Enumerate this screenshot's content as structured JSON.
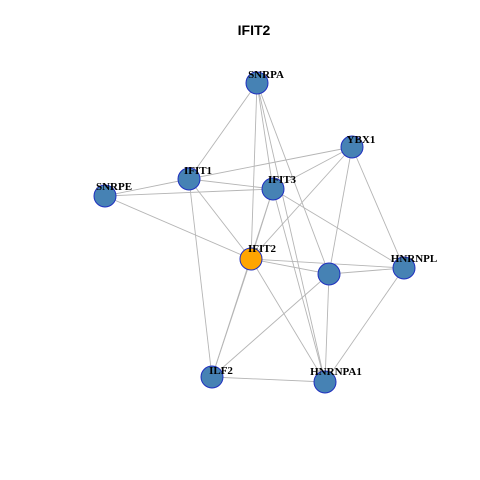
{
  "title": "IFIT2",
  "colors": {
    "node_fill": "#4682b4",
    "node_stroke": "#1f2fbf",
    "focus_fill": "#ffa500",
    "focus_stroke": "#333333",
    "edge": "#b5b5b5"
  },
  "nodes": [
    {
      "id": "SNRPA",
      "label": "SNRPA",
      "focus": false
    },
    {
      "id": "YBX1",
      "label": "YBX1",
      "focus": false
    },
    {
      "id": "IFIT1",
      "label": "IFIT1",
      "focus": false
    },
    {
      "id": "IFIT3",
      "label": "IFIT3",
      "focus": false
    },
    {
      "id": "SNRPE",
      "label": "SNRPE",
      "focus": false
    },
    {
      "id": "IFIT2",
      "label": "IFIT2",
      "focus": true
    },
    {
      "id": "UNLABELED",
      "label": "",
      "focus": false
    },
    {
      "id": "HNRNPL",
      "label": "HNRNPL",
      "focus": false
    },
    {
      "id": "ILF2",
      "label": "ILF2",
      "focus": false
    },
    {
      "id": "HNRNPA1",
      "label": "HNRNPA1",
      "focus": false
    }
  ],
  "edges": [
    [
      "SNRPA",
      "IFIT1"
    ],
    [
      "SNRPA",
      "IFIT3"
    ],
    [
      "SNRPA",
      "IFIT2"
    ],
    [
      "SNRPA",
      "UNLABELED"
    ],
    [
      "SNRPA",
      "HNRNPA1"
    ],
    [
      "YBX1",
      "IFIT1"
    ],
    [
      "YBX1",
      "IFIT3"
    ],
    [
      "YBX1",
      "IFIT2"
    ],
    [
      "YBX1",
      "UNLABELED"
    ],
    [
      "YBX1",
      "HNRNPL"
    ],
    [
      "IFIT1",
      "IFIT3"
    ],
    [
      "IFIT1",
      "SNRPE"
    ],
    [
      "IFIT1",
      "IFIT2"
    ],
    [
      "IFIT1",
      "ILF2"
    ],
    [
      "IFIT3",
      "SNRPE"
    ],
    [
      "IFIT3",
      "IFIT2"
    ],
    [
      "IFIT3",
      "HNRNPL"
    ],
    [
      "IFIT3",
      "ILF2"
    ],
    [
      "IFIT3",
      "HNRNPA1"
    ],
    [
      "SNRPE",
      "IFIT2"
    ],
    [
      "IFIT2",
      "UNLABELED"
    ],
    [
      "IFIT2",
      "HNRNPL"
    ],
    [
      "IFIT2",
      "ILF2"
    ],
    [
      "IFIT2",
      "HNRNPA1"
    ],
    [
      "UNLABELED",
      "HNRNPL"
    ],
    [
      "UNLABELED",
      "ILF2"
    ],
    [
      "UNLABELED",
      "HNRNPA1"
    ],
    [
      "HNRNPL",
      "HNRNPA1"
    ],
    [
      "ILF2",
      "HNRNPA1"
    ]
  ]
}
